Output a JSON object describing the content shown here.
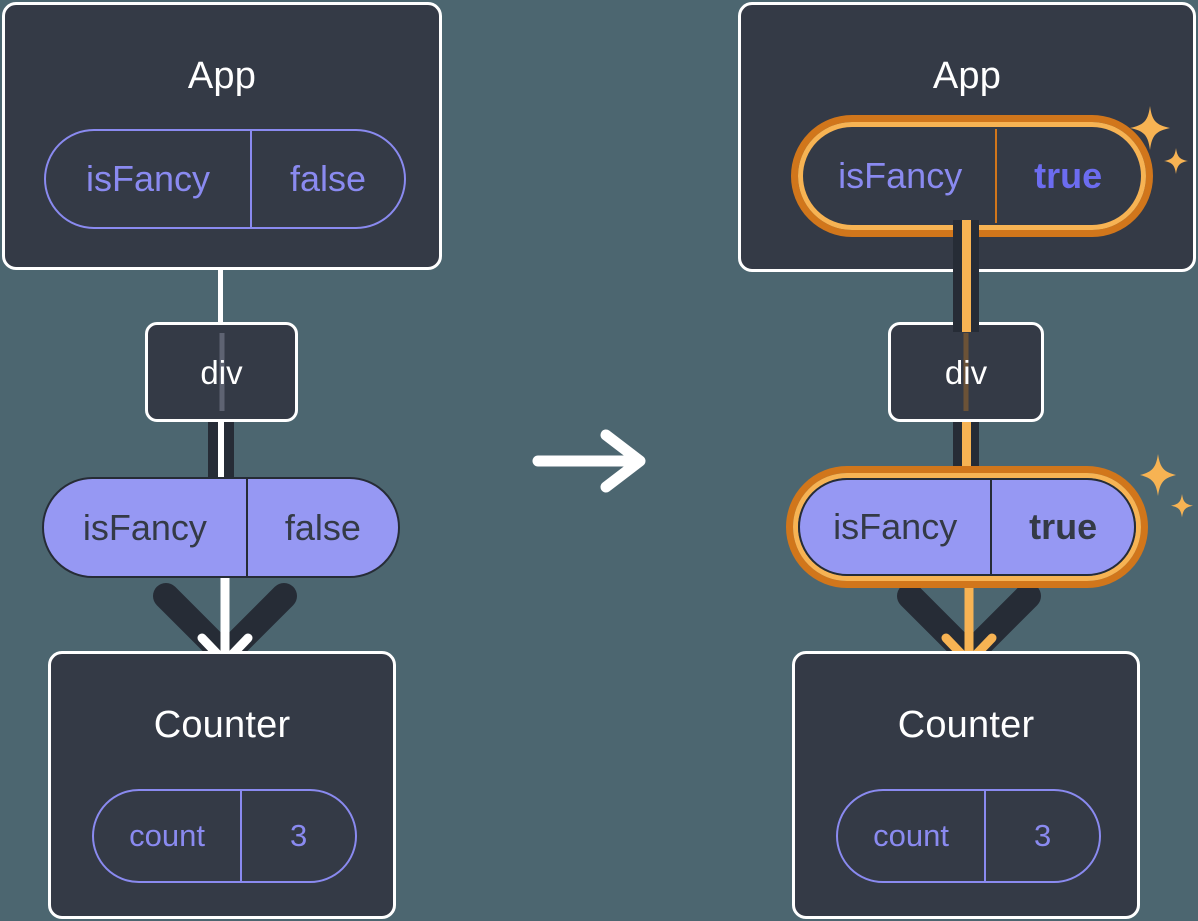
{
  "diagram": {
    "title": "React state update diagram: isFancy false to true",
    "background_color": "#4c6670",
    "panels": [
      {
        "id": "before",
        "app": {
          "title": "App",
          "state_pill": {
            "key": "isFancy",
            "value": "false",
            "style": "outline",
            "highlighted": false
          }
        },
        "div": {
          "label": "div",
          "connector_style": "plain"
        },
        "prop_pill": {
          "key": "isFancy",
          "value": "false",
          "style": "solid",
          "highlighted": false
        },
        "counter": {
          "title": "Counter",
          "state_pill": {
            "key": "count",
            "value": "3",
            "style": "outline",
            "highlighted": false
          }
        },
        "sparkles": false
      },
      {
        "id": "after",
        "app": {
          "title": "App",
          "state_pill": {
            "key": "isFancy",
            "value": "true",
            "style": "outline",
            "highlighted": true
          }
        },
        "div": {
          "label": "div",
          "connector_style": "highlighted"
        },
        "prop_pill": {
          "key": "isFancy",
          "value": "true",
          "style": "solid",
          "highlighted": true
        },
        "counter": {
          "title": "Counter",
          "state_pill": {
            "key": "count",
            "value": "3",
            "style": "outline",
            "highlighted": false
          }
        },
        "sparkles": true
      }
    ],
    "transition": {
      "icon": "right-arrow-icon"
    },
    "colors": {
      "background": "#4c6670",
      "box_fill": "#343a46",
      "box_border": "#ffffff",
      "pill_solid_fill": "#9698f3",
      "pill_outline_stroke": "#8a8af0",
      "highlight_ring_outer": "#d1761b",
      "highlight_ring_inner": "#f7b353",
      "sparkle": "#f7b353",
      "connector_dark": "#262c36",
      "value_bold_text": "#6c6cf0"
    }
  }
}
